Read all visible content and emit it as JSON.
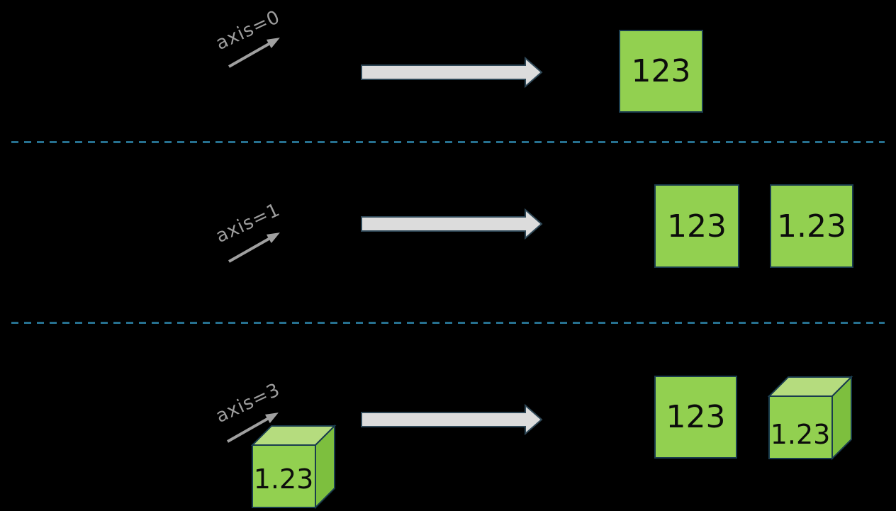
{
  "diagram": {
    "background": "#000000",
    "rows": [
      {
        "name": "axis-0",
        "axis_label": "axis=0",
        "result_shapes": [
          {
            "type": "square",
            "value": "123"
          }
        ]
      },
      {
        "name": "axis-1",
        "axis_label": "axis=1",
        "result_shapes": [
          {
            "type": "square",
            "value": "123"
          },
          {
            "type": "square",
            "value": "1.23"
          }
        ]
      },
      {
        "name": "axis-3",
        "axis_label": "axis=3",
        "input_shape": {
          "type": "cube",
          "value": "1.23"
        },
        "result_shapes": [
          {
            "type": "square",
            "value": "123"
          },
          {
            "type": "cube",
            "value": "1.23"
          }
        ]
      }
    ],
    "icons": {
      "transform_arrow": "right-block-arrow",
      "axis_direction_arrow": "diagonal-up-right-arrow"
    },
    "colors": {
      "shape_fill_green": "#92d050",
      "cube_top_green": "#b5dc7e",
      "cube_side_green": "#7dbf3e",
      "shape_border": "#1a3c4e",
      "block_arrow_fill": "#dcdcdc",
      "block_arrow_border": "#2e4756",
      "axis_label_gray": "#9d9d9d",
      "divider_teal": "#26708f",
      "value_text": "#0c0c0c"
    }
  }
}
